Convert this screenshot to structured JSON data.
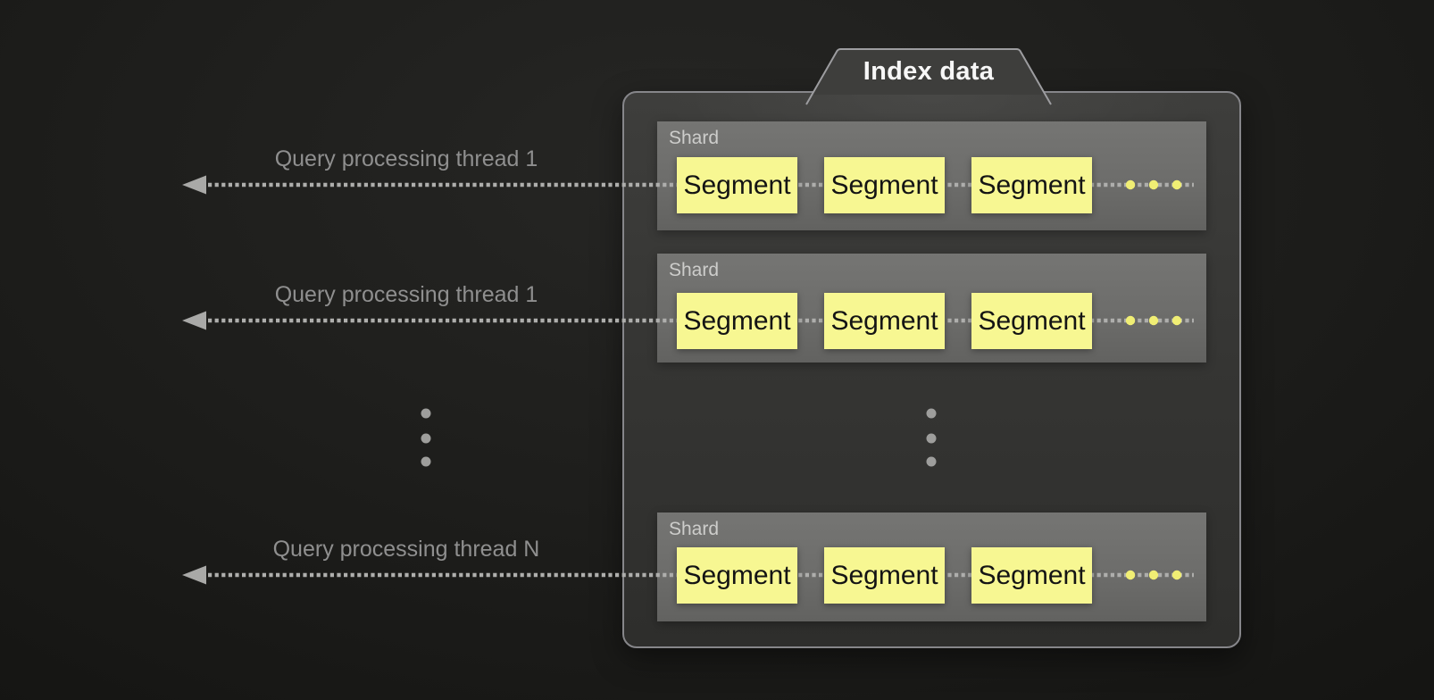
{
  "title_tab": {
    "label": "Index data"
  },
  "threads": [
    {
      "label": "Query processing thread 1"
    },
    {
      "label": "Query processing thread 1"
    },
    {
      "label": "Query processing thread N"
    }
  ],
  "index": {
    "shards": [
      {
        "label": "Shard",
        "segments": [
          "Segment",
          "Segment",
          "Segment"
        ],
        "has_more_segments": true
      },
      {
        "label": "Shard",
        "segments": [
          "Segment",
          "Segment",
          "Segment"
        ],
        "has_more_segments": true
      },
      {
        "label": "Shard",
        "segments": [
          "Segment",
          "Segment",
          "Segment"
        ],
        "has_more_segments": true
      }
    ],
    "has_more_shards": true
  },
  "colors": {
    "background": "#1d1d1b",
    "container_fill": "#363634",
    "container_border": "#86868a",
    "shard_fill": "#6d6d6b",
    "shard_label_text": "#cdcdcb",
    "segment_fill": "#f7f792",
    "segment_text": "#141414",
    "segment_ellipsis_dot": "#f0ee74",
    "more_items_dot": "#9e9e9c",
    "arrow": "#aeaeac",
    "thread_label_text": "#8f8f8f",
    "tab_text": "#f7f7f7"
  }
}
